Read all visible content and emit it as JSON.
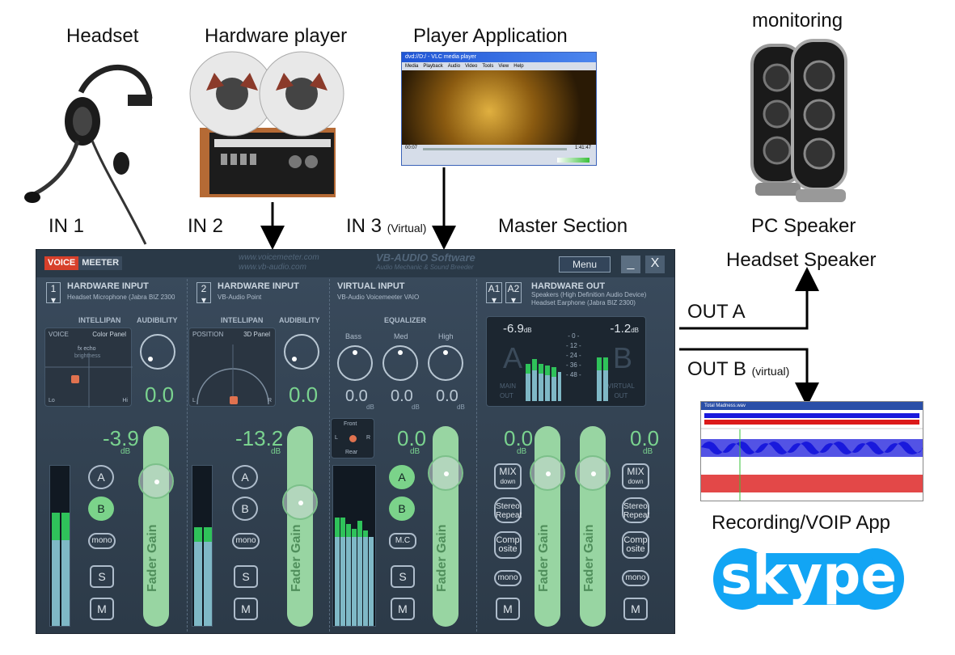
{
  "labels": {
    "headset": "Headset",
    "hardware_player": "Hardware player",
    "player_application": "Player Application",
    "monitoring": "monitoring",
    "in1": "IN 1",
    "in2": "IN 2",
    "in3": "IN 3",
    "in3_sub": "(Virtual)",
    "master_section": "Master Section",
    "pc_speaker": "PC Speaker",
    "headset_speaker": "Headset Speaker",
    "out_a": "OUT A",
    "out_b": "OUT B",
    "out_b_sub": "(virtual)",
    "recording_app": "Recording/VOIP  App",
    "skype": "skype"
  },
  "vlc": {
    "title": "dvd://D:/ - VLC media player",
    "menu": [
      "Media",
      "Playback",
      "Audio",
      "Video",
      "Tools",
      "View",
      "Help"
    ],
    "time_left": "00:07",
    "time_right": "1:41:47"
  },
  "recorder": {
    "title": "Total Madness.wav"
  },
  "voicemeeter": {
    "logo_a": "VOICE",
    "logo_b": "MEETER",
    "watermark1": "www.voicemeeter.com",
    "watermark2": "www.vb-audio.com",
    "watermark3": "VB-AUDIO Software",
    "watermark4": "Audio Mechanic & Sound Breeder",
    "menu": "Menu",
    "min": "_",
    "close": "X",
    "strip1": {
      "num": "1",
      "title": "HARDWARE INPUT",
      "device": "Headset Microphone (Jabra BIZ 2300"
    },
    "strip2": {
      "num": "2",
      "title": "HARDWARE INPUT",
      "device": "VB-Audio Point"
    },
    "strip3": {
      "title": "VIRTUAL INPUT",
      "device": "VB-Audio Voicemeeter VAIO"
    },
    "master": {
      "a1": "A1",
      "a2": "A2",
      "title": "HARDWARE OUT",
      "device1": "Speakers (High Definition Audio Device)",
      "device2": "Headset Earphone (Jabra BIZ 2300)"
    },
    "intellipan": "INTELLIPAN",
    "audibility": "AUDIBILITY",
    "equalizer": "EQUALIZER",
    "voice": "VOICE",
    "color_panel": "Color Panel",
    "fx_echo": "fx echo",
    "brightness": "brightness",
    "lo": "Lo",
    "hi": "Hi",
    "position": "POSITION",
    "panel_3d": "3D Panel",
    "l": "L",
    "r": "R",
    "bass": "Bass",
    "med": "Med",
    "high": "High",
    "aud1": "0.0",
    "aud2": "0.0",
    "eq_bass": "0.0",
    "eq_med": "0.0",
    "eq_high": "0.0",
    "db": "dB",
    "main_level": "-6.9",
    "virtual_level": "-1.2",
    "main_letter": "A",
    "virtual_letter": "B",
    "main_out": "MAIN OUT",
    "virtual_out": "VIRTUAL OUT",
    "scale": [
      "- 0 -",
      "- 12 -",
      "- 24 -",
      "- 36 -",
      "- 48 -"
    ],
    "gain1": "-3.9",
    "gain2": "-13.2",
    "gain3": "0.0",
    "gain_a": "0.0",
    "gain_b": "0.0",
    "fader_gain": "Fader Gain",
    "front": "Front",
    "rear": "Rear",
    "btn_a": "A",
    "btn_b": "B",
    "mono": "mono",
    "mc": "M.C",
    "s": "S",
    "m": "M",
    "mix": "MIX",
    "down": "down",
    "stereo": "Stereo",
    "repeat": "Repeat",
    "comp": "Comp",
    "osite": "osite"
  },
  "colors": {
    "fader_green": "#98d5a2",
    "value_green": "#7ad38f",
    "skype_blue": "#12a5f4",
    "wave_blue": "#1a1adc",
    "wave_red": "#dc1a1a"
  }
}
